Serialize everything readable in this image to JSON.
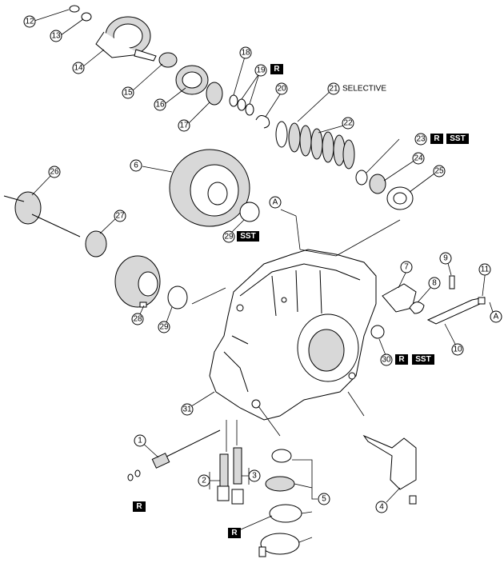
{
  "diagram": {
    "callouts": [
      "1",
      "2",
      "3",
      "4",
      "5",
      "6",
      "7",
      "8",
      "9",
      "10",
      "11",
      "12",
      "13",
      "14",
      "15",
      "16",
      "17",
      "18",
      "19",
      "20",
      "21",
      "22",
      "23",
      "24",
      "25",
      "26",
      "27",
      "28",
      "29",
      "29",
      "30",
      "31"
    ],
    "tags": {
      "R": "R",
      "SST": "SST",
      "A": "A",
      "selective": "SELECTIVE"
    }
  }
}
